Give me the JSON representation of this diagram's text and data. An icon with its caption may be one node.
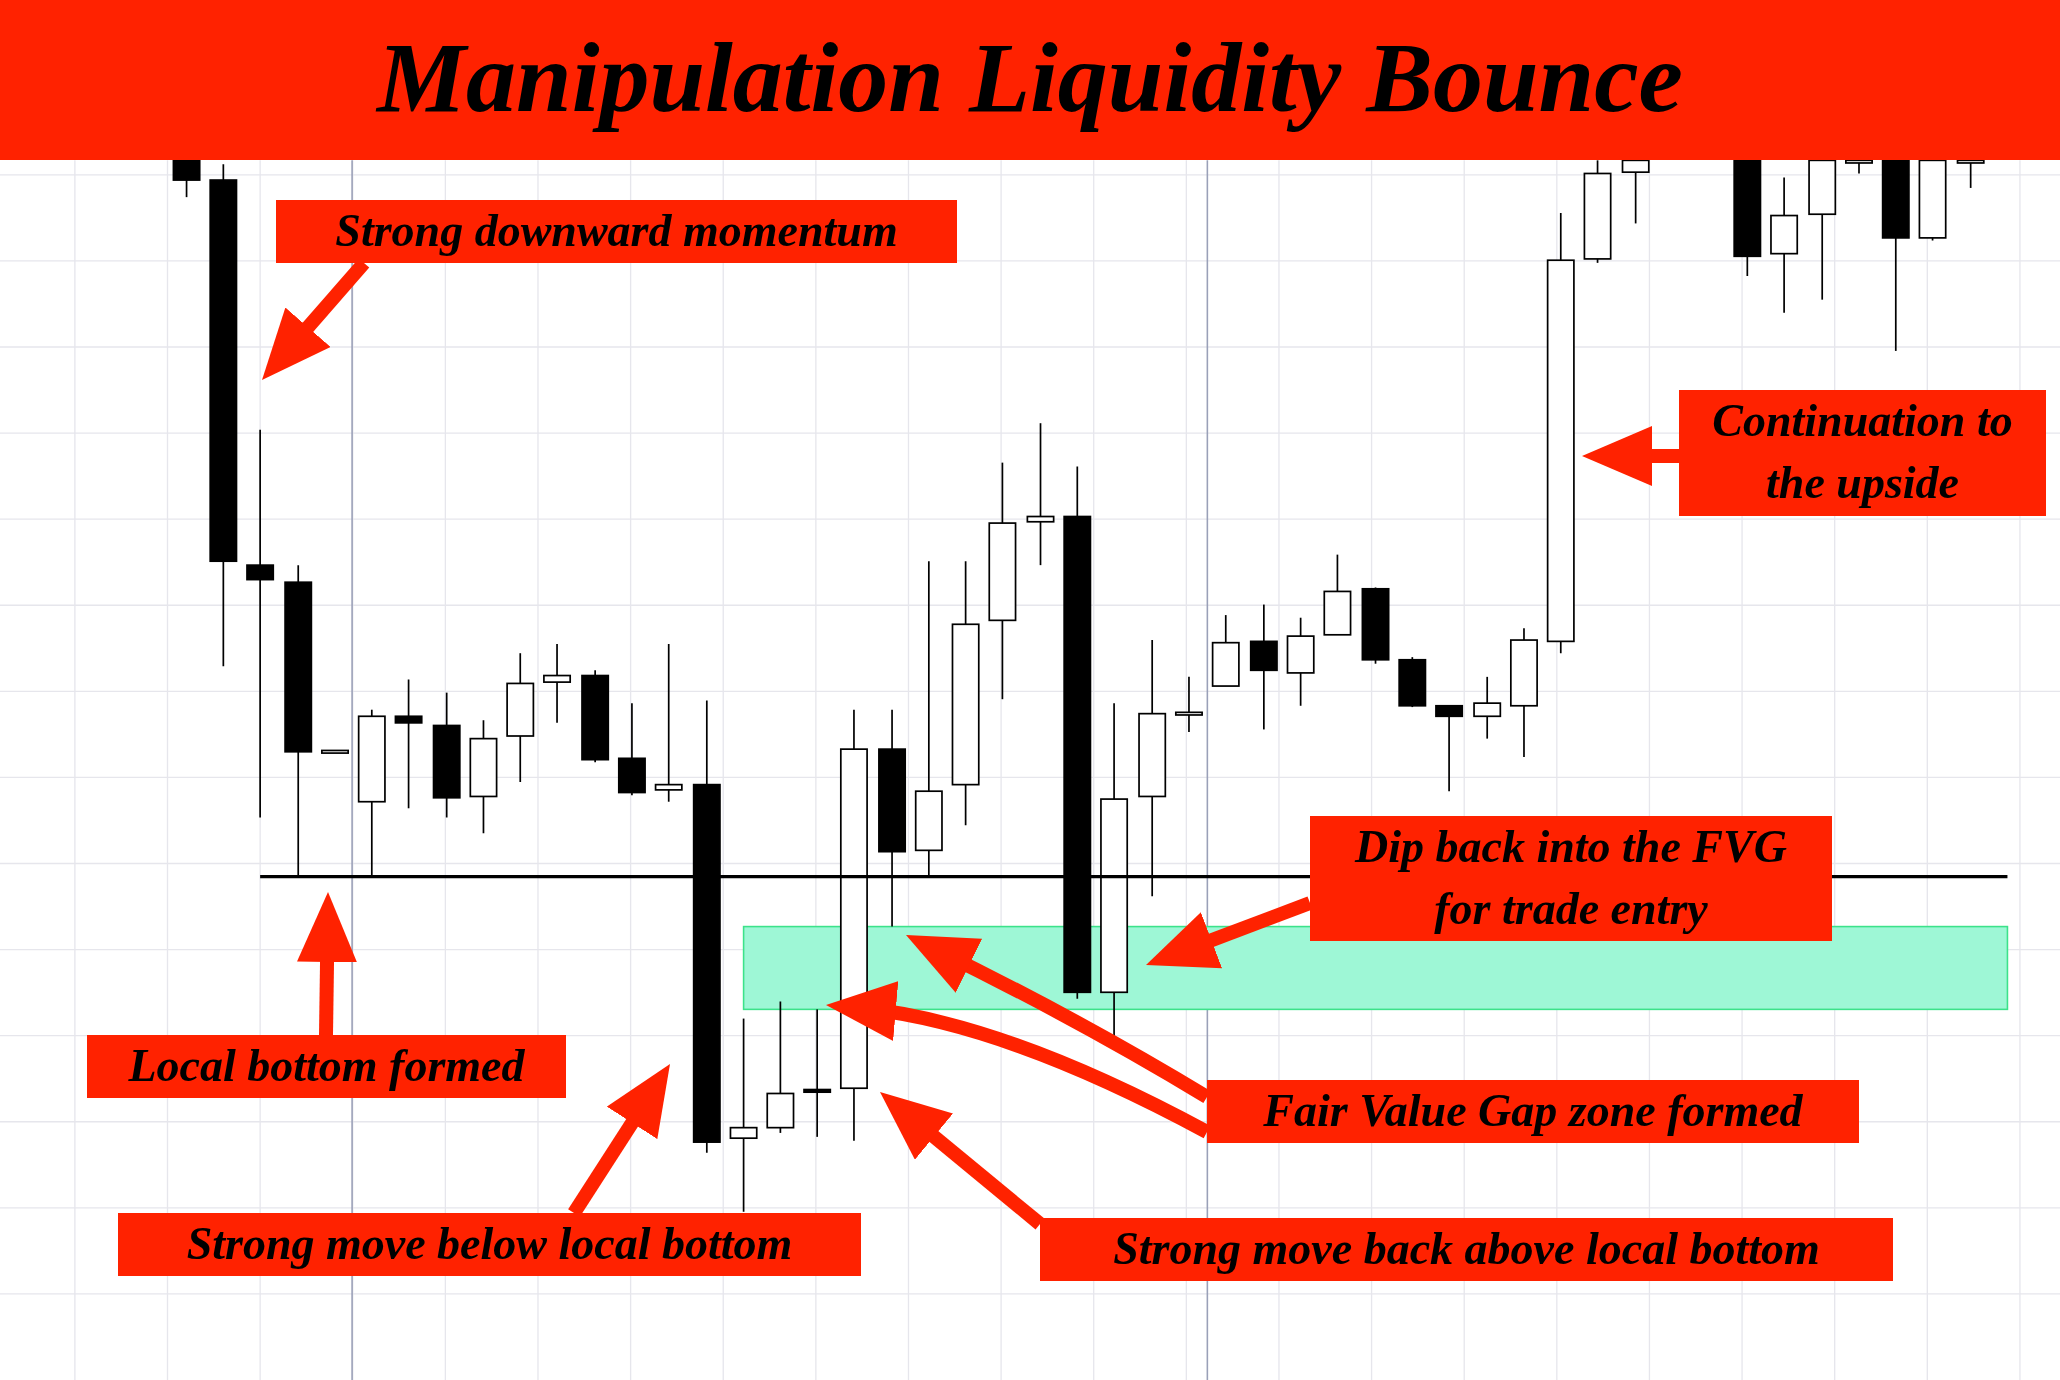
{
  "diagram": {
    "title": "Manipulation Liquidity Bounce",
    "nodes": [
      {
        "text": [
          "Strong downward momentum"
        ]
      },
      {
        "text": [
          "Continuation to the upside"
        ]
      },
      {
        "text": [
          "Dip back into the FVG for trade entry"
        ]
      },
      {
        "text": [
          "Local bottom formed"
        ]
      },
      {
        "text": [
          "Fair Value Gap zone formed"
        ]
      },
      {
        "text": [
          "Strong move below local bottom"
        ]
      },
      {
        "text": [
          "Strong move back above local bottom"
        ]
      },
      {
        "text": [],
        "shape": "box"
      }
    ],
    "edges": [
      {
        "from": 0,
        "to": null,
        "arrow": "to"
      },
      {
        "from": 1,
        "to": null,
        "arrow": "to"
      },
      {
        "from": 2,
        "to": 7,
        "arrow": "to"
      },
      {
        "from": 3,
        "to": null,
        "arrow": "to"
      },
      {
        "from": 4,
        "to": 7,
        "arrow": "to"
      },
      {
        "from": 4,
        "to": 7,
        "arrow": "to"
      },
      {
        "from": 5,
        "to": null,
        "arrow": "to"
      },
      {
        "from": 6,
        "to": null,
        "arrow": "to"
      }
    ]
  }
}
